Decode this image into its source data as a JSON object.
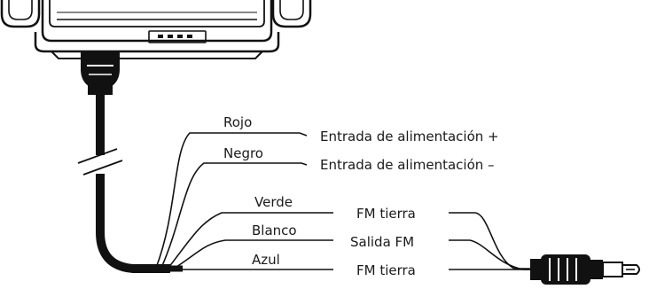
{
  "wires": [
    {
      "color_label": "Rojo",
      "function_label": "Entrada de alimentación +"
    },
    {
      "color_label": "Negro",
      "function_label": "Entrada de alimentación –"
    },
    {
      "color_label": "Verde",
      "function_label": "FM tierra"
    },
    {
      "color_label": "Blanco",
      "function_label": "Salida FM"
    },
    {
      "color_label": "Azul",
      "function_label": "FM tierra"
    }
  ],
  "colors": {
    "line": "#111111",
    "background": "#ffffff"
  }
}
